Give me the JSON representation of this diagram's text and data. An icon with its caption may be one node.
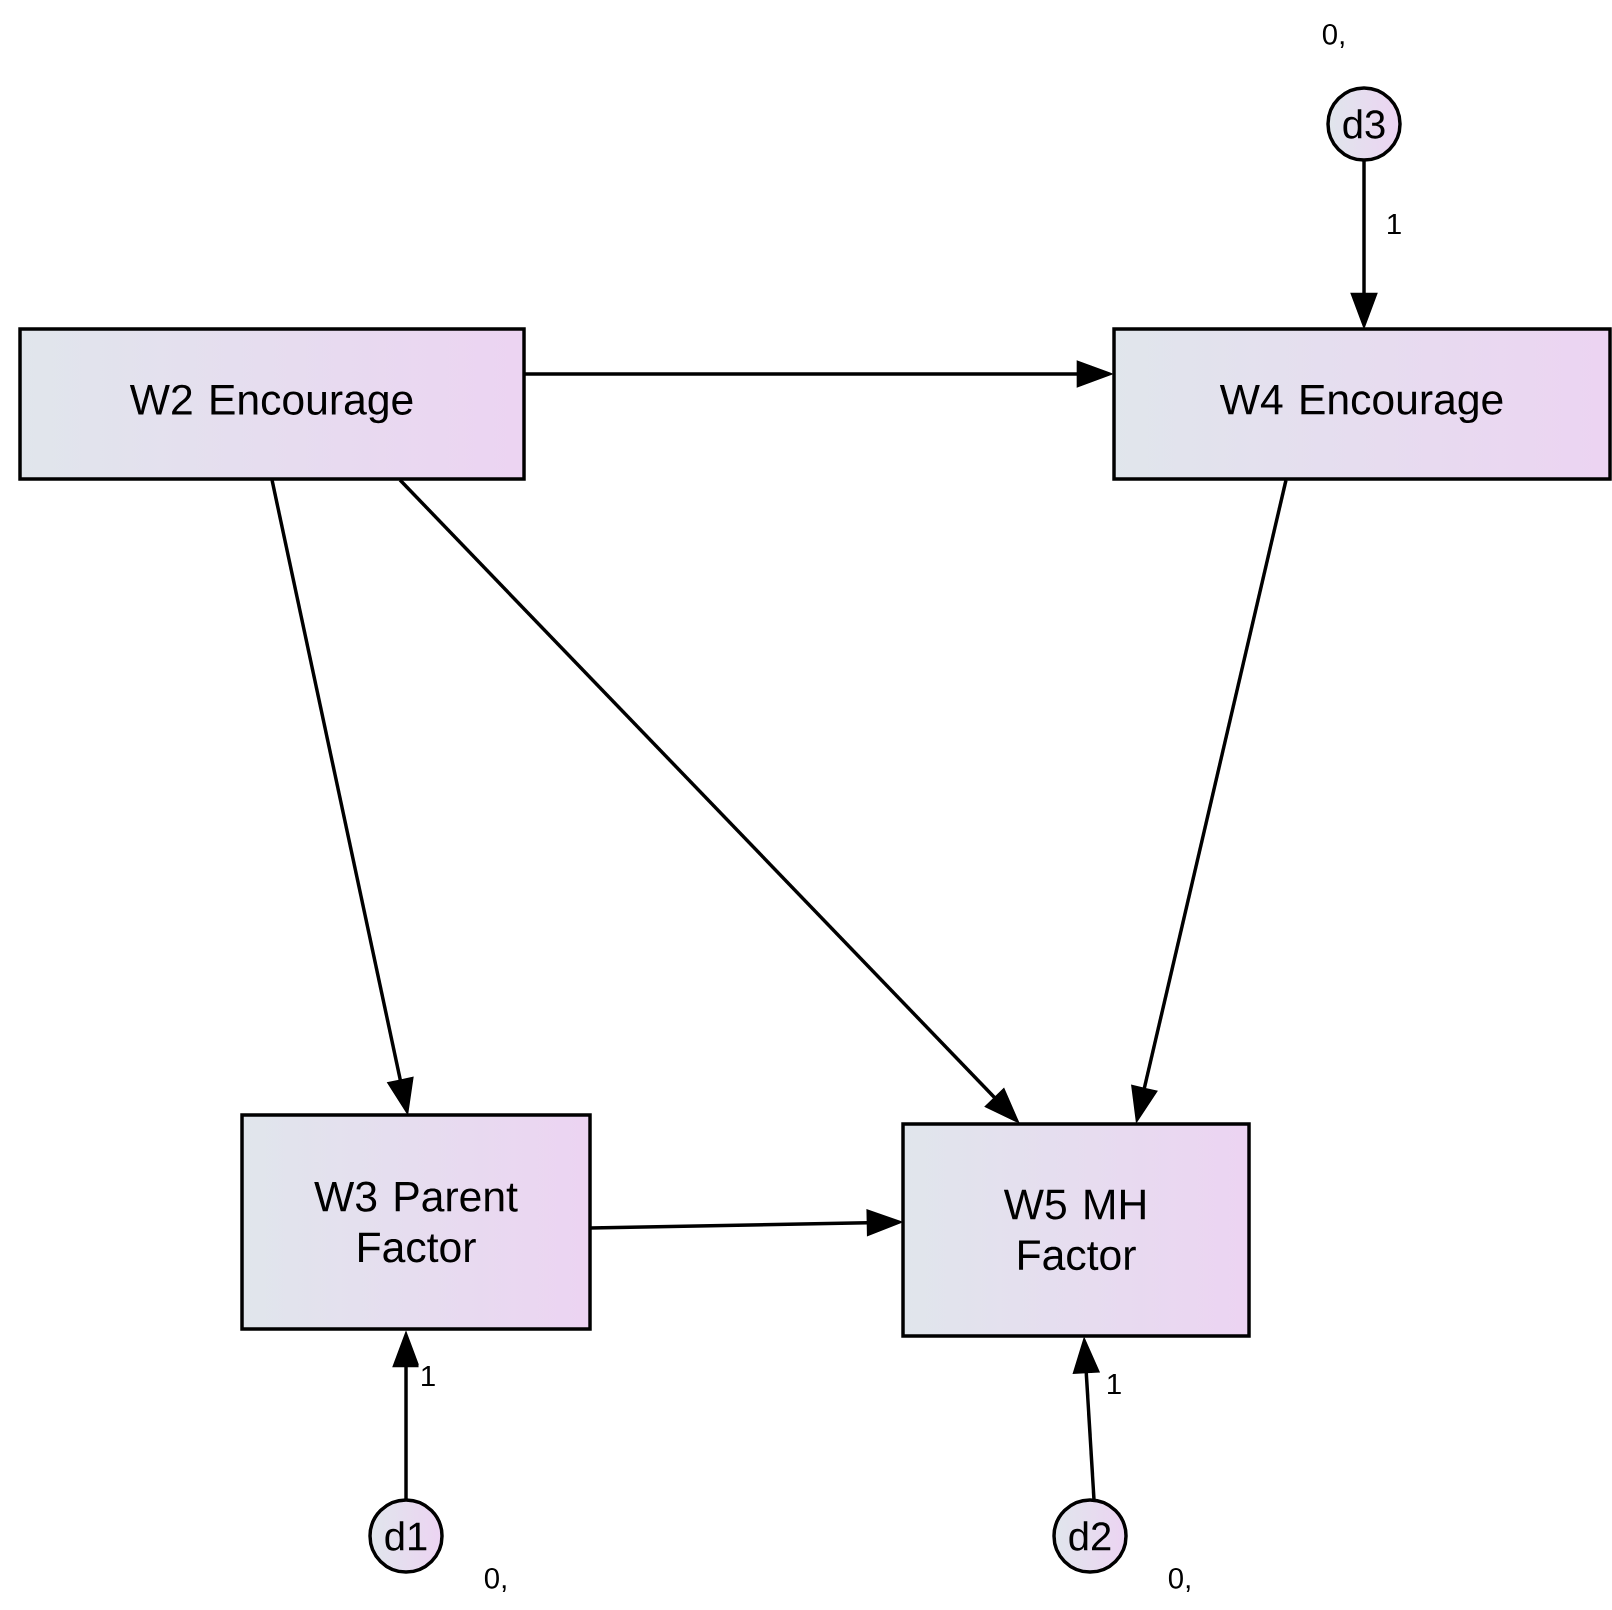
{
  "diagram": {
    "nodes": [
      {
        "text": [
          "W2 Encourage"
        ]
      },
      {
        "text": [
          "W4 Encourage"
        ]
      },
      {
        "text": [
          "W3 Parent Factor"
        ]
      },
      {
        "text": [
          "W5 MH Factor"
        ]
      },
      {
        "text": [
          "d3"
        ],
        "beside": [
          "0,"
        ]
      },
      {
        "text": [
          "d1"
        ],
        "beside": [
          "0,"
        ]
      },
      {
        "text": [
          "d2"
        ],
        "beside": [
          "0,"
        ]
      }
    ],
    "edges": [
      {
        "from": 0,
        "to": 1,
        "arrow": "to"
      },
      {
        "from": 0,
        "to": 2,
        "arrow": "to"
      },
      {
        "from": 0,
        "to": 3,
        "arrow": "to"
      },
      {
        "from": 1,
        "to": 3,
        "arrow": "to"
      },
      {
        "from": 2,
        "to": 3,
        "arrow": "to"
      },
      {
        "from": 4,
        "to": 1,
        "arrow": "to",
        "label": "1"
      },
      {
        "from": 5,
        "to": 2,
        "arrow": "to",
        "label": "1"
      },
      {
        "from": 6,
        "to": 3,
        "arrow": "to",
        "label": "1"
      }
    ]
  }
}
